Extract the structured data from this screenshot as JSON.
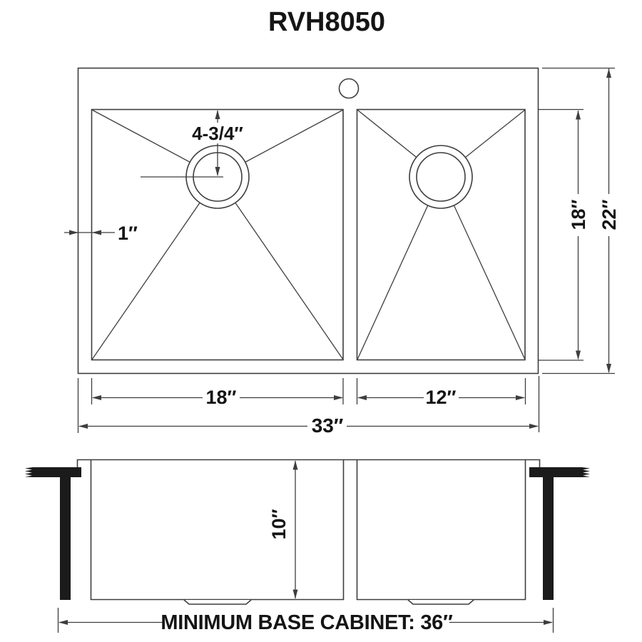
{
  "title": "RVH8050",
  "top_view": {
    "dims": {
      "faucet_offset": "4-3/4″",
      "rim_width": "1″",
      "left_bowl_width": "18″",
      "right_bowl_width": "12″",
      "overall_width": "33″",
      "bowl_depth": "18″",
      "overall_depth": "22″"
    }
  },
  "front_view": {
    "dims": {
      "bowl_height": "10″"
    }
  },
  "footer": {
    "min_base_cabinet": "MINIMUM BASE CABINET: 36″"
  },
  "colors": {
    "line": "#3e3e3e",
    "bracket_fill": "#1b1b1b",
    "text": "#151515",
    "background": "#ffffff"
  }
}
